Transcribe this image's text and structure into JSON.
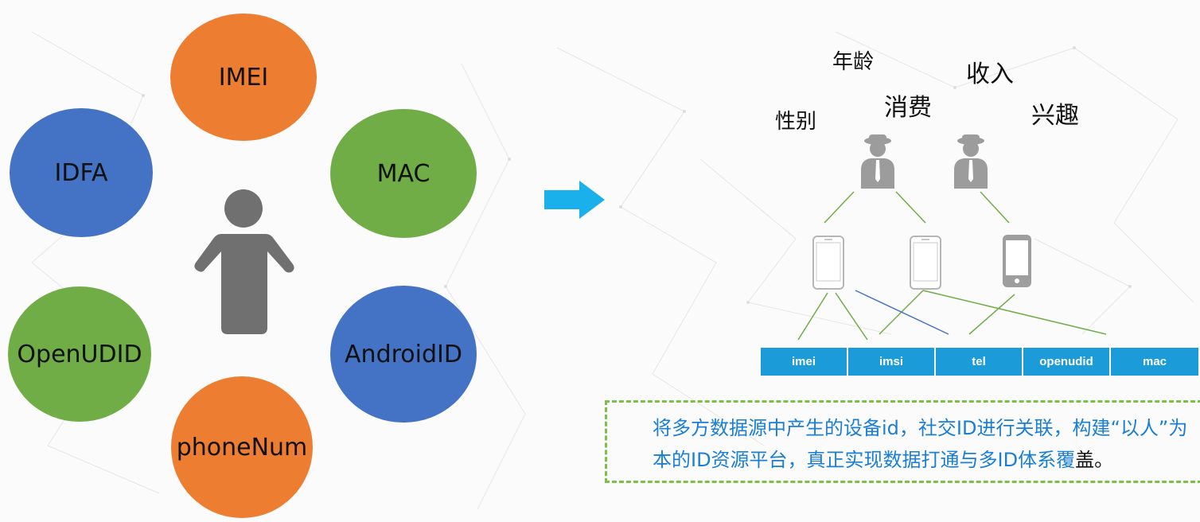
{
  "left_diagram": {
    "identifiers": [
      {
        "label": "IMEI",
        "color": "#ed7d31"
      },
      {
        "label": "MAC",
        "color": "#70ad47"
      },
      {
        "label": "AndroidID",
        "color": "#4472c4"
      },
      {
        "label": "phoneNum",
        "color": "#ed7d31"
      },
      {
        "label": "OpenUDID",
        "color": "#70ad47"
      },
      {
        "label": "IDFA",
        "color": "#4472c4"
      }
    ],
    "center_icon": "person-icon"
  },
  "arrow": {
    "icon": "arrow-right-icon",
    "color": "#1ab0ec"
  },
  "right_diagram": {
    "attributes": {
      "age": "年龄",
      "income": "收入",
      "consumption": "消费",
      "gender": "性别",
      "interest": "兴趣"
    },
    "users_icon": "user-silhouette-icon",
    "devices_icon": "smartphone-icon",
    "id_columns": [
      "imei",
      "imsi",
      "tel",
      "openudid",
      "mac"
    ],
    "description_main": "将多方数据源中产生的设备id，社交ID进行关联，构建“以人”为本的ID资源平台，真正实现数据打通与多ID体系覆",
    "description_tail": "盖。"
  }
}
